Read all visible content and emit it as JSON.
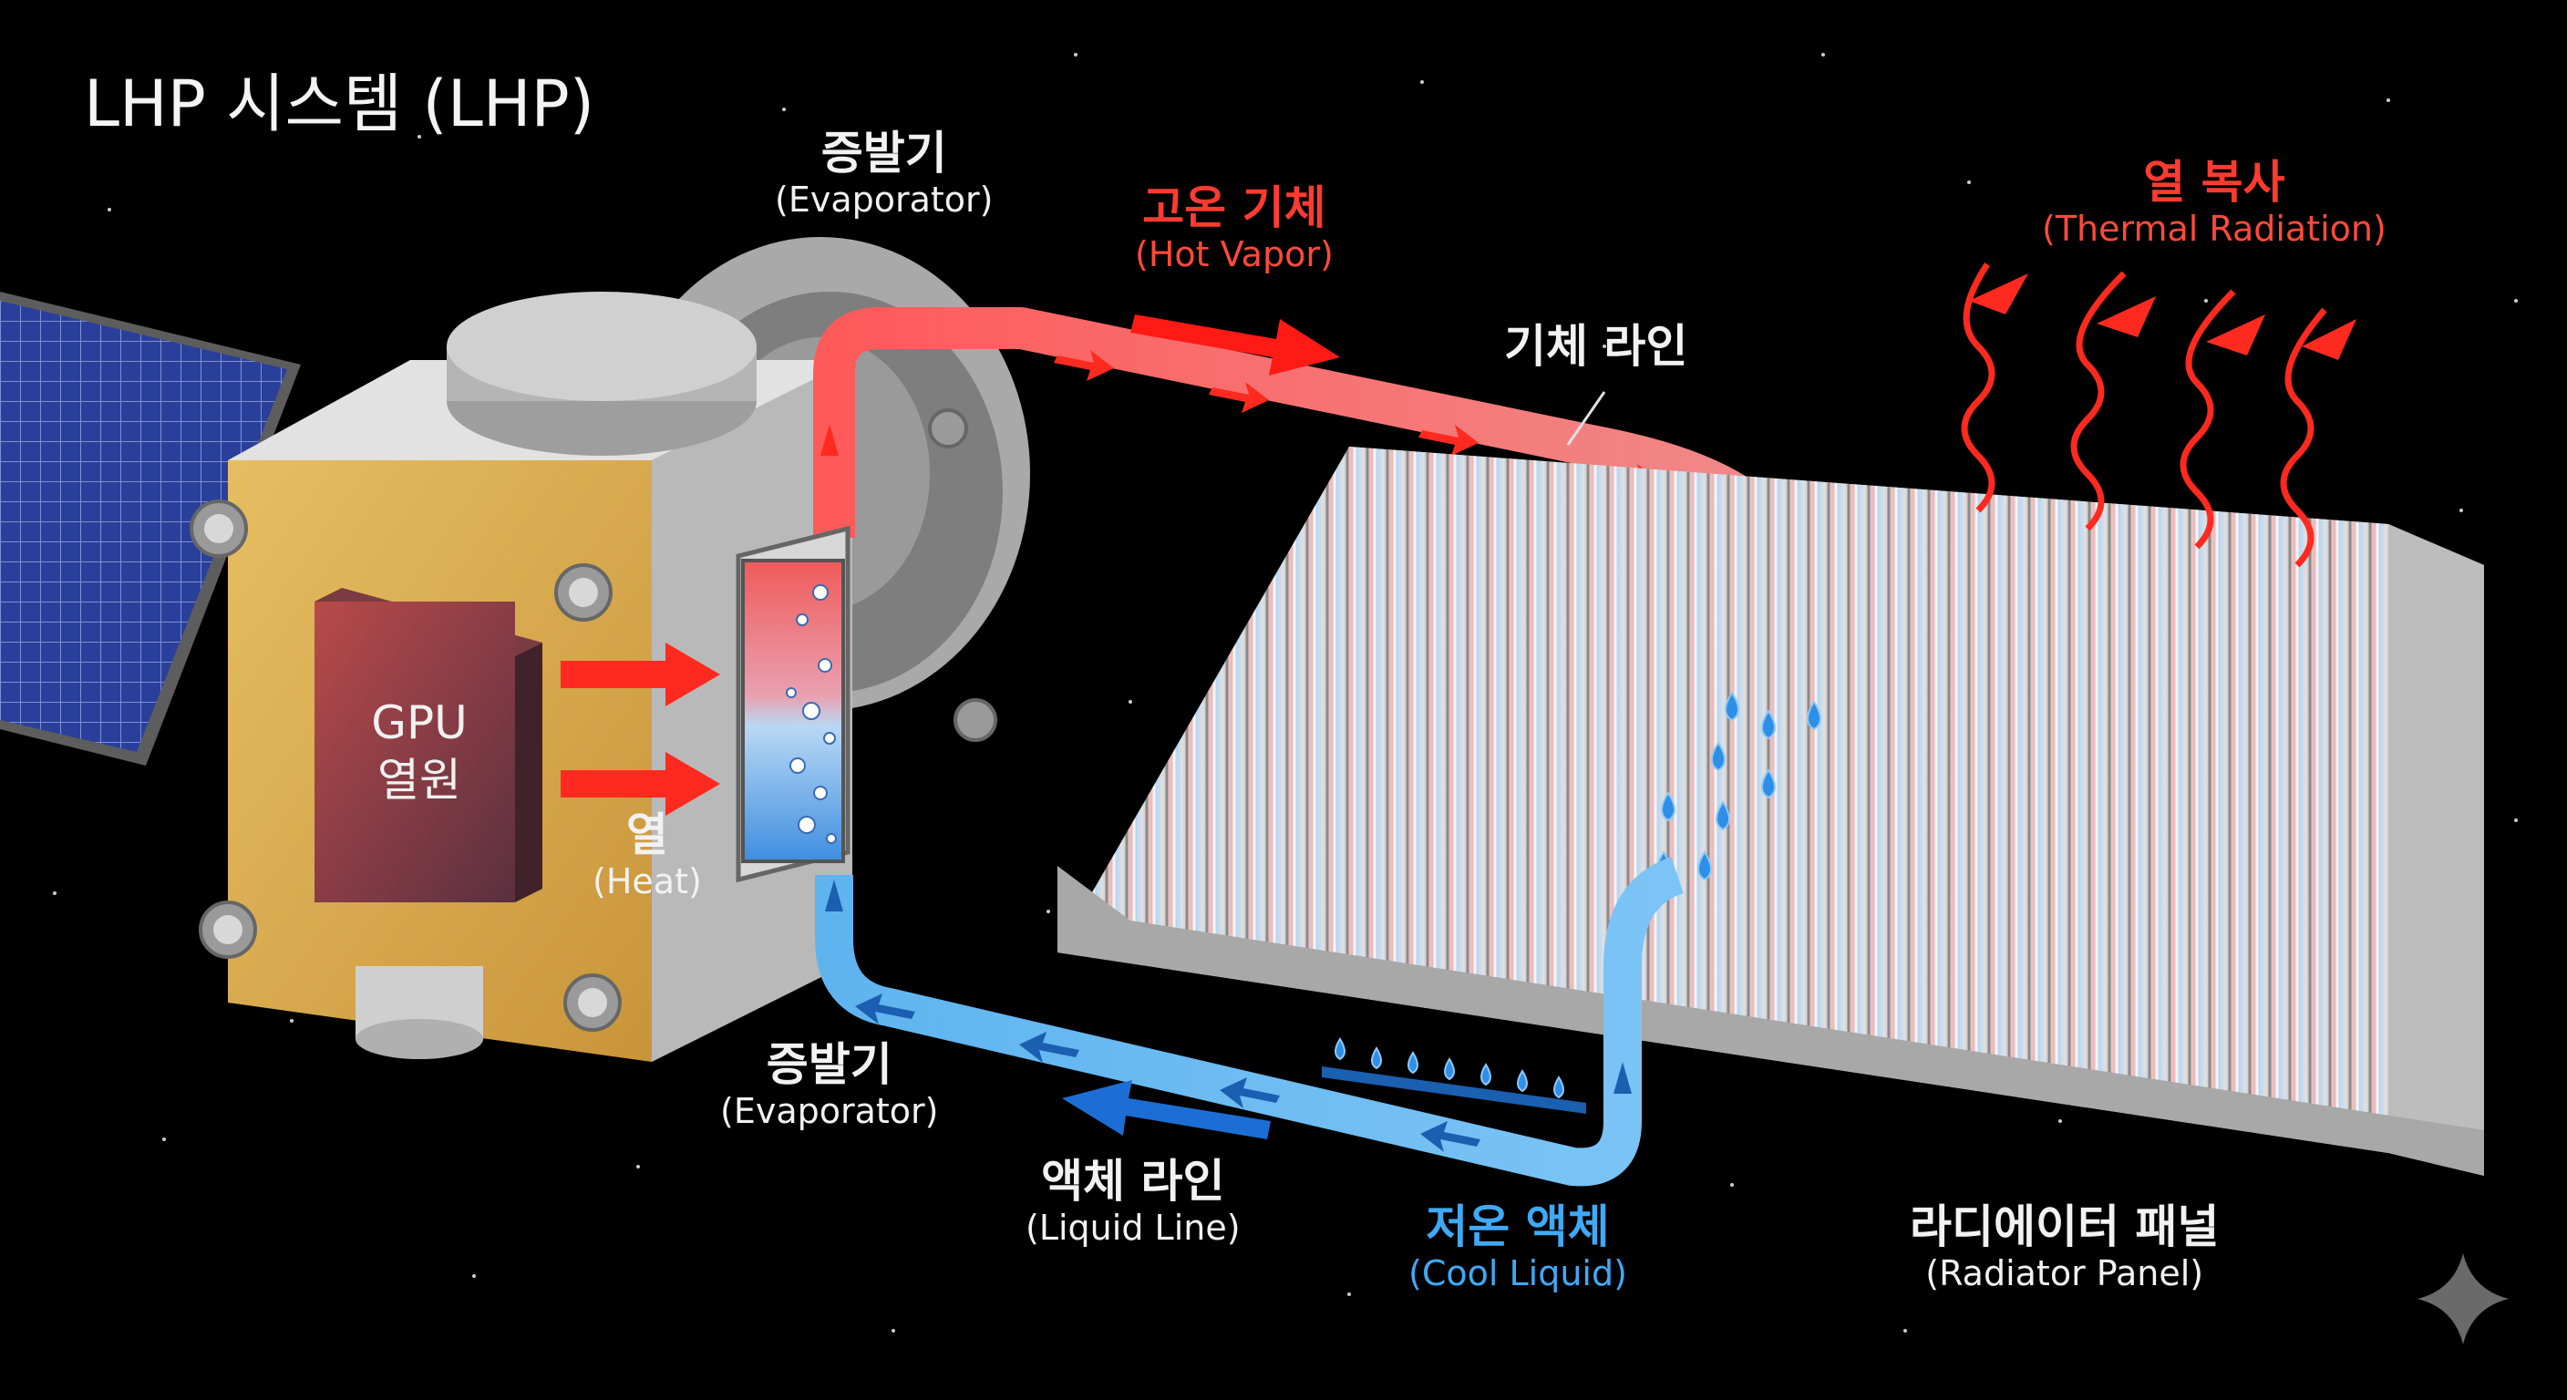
{
  "title": "LHP 시스템 (LHP)",
  "gpu": {
    "line1": "GPU",
    "line2": "열원"
  },
  "labels": {
    "evaporator_top": {
      "ko": "증발기",
      "en": "(Evaporator)"
    },
    "evaporator_bottom": {
      "ko": "증발기",
      "en": "(Evaporator)"
    },
    "hot_vapor": {
      "ko": "고온 기체",
      "en": "(Hot Vapor)"
    },
    "vapor_line": {
      "ko": "기체 라인"
    },
    "thermal_radiation": {
      "ko": "열 복사",
      "en": "(Thermal Radiation)"
    },
    "heat": {
      "ko": "열",
      "en": "(Heat)"
    },
    "liquid_line": {
      "ko": "액체 라인",
      "en": "(Liquid Line)"
    },
    "cool_liquid": {
      "ko": "저온 액체",
      "en": "(Cool Liquid)"
    },
    "radiator_panel": {
      "ko": "라디에이터 패널",
      "en": "(Radiator Panel)"
    }
  },
  "colors": {
    "background": "#000000",
    "hot": "#ff2a1f",
    "cool": "#3fa9f5",
    "gold_panel": "#d9ac4e",
    "radiator": "#c8c8c8"
  },
  "icons": [
    "sparkle-icon"
  ]
}
